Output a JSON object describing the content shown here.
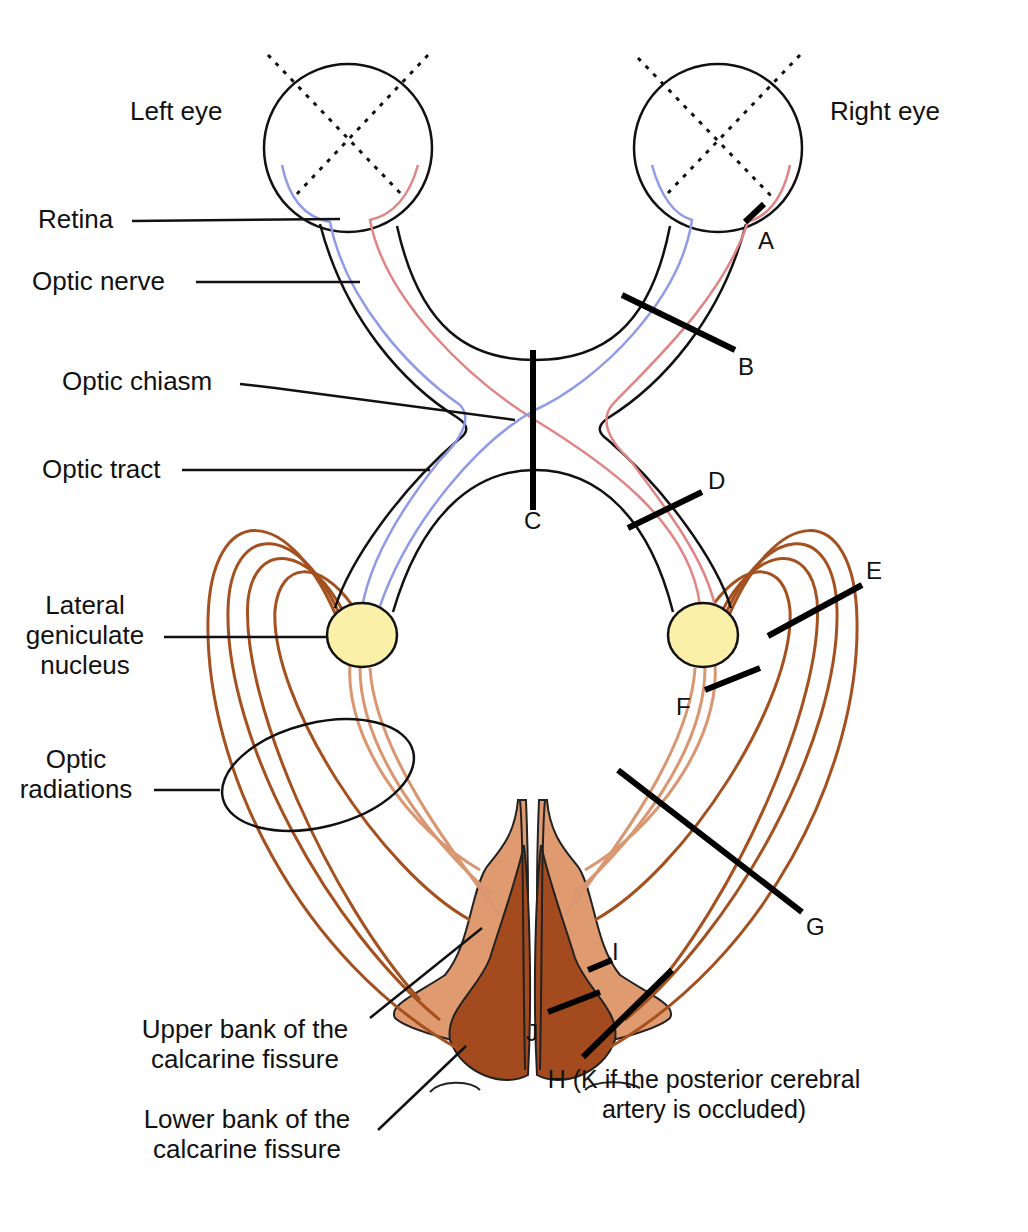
{
  "diagram": {
    "labels": [
      "Left eye",
      "Right eye",
      "Retina",
      "A",
      "Optic nerve",
      "B",
      "Optic chiasm",
      "Optic tract",
      "C",
      "D",
      "E",
      "Lateral geniculate nucleus",
      "F",
      "Optic radiations",
      "G",
      "I",
      "J",
      "Upper bank of the calcarine fissure",
      "H (K if the posterior cerebral artery is occluded)",
      "Lower bank of the calcarine fissure"
    ]
  }
}
